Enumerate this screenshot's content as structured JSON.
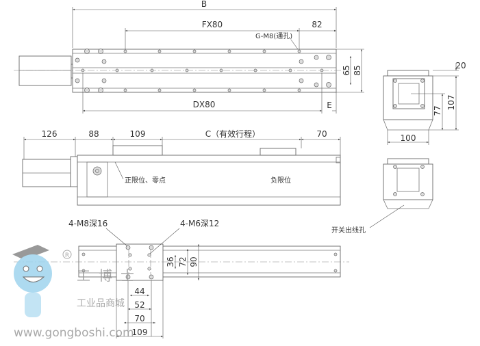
{
  "top_view": {
    "dim_b": "B",
    "dim_fx": "FX80",
    "dim_82": "82",
    "hole_note": "G-M8(通孔)",
    "dim_65": "65",
    "dim_85": "85",
    "dim_dx": "DX80",
    "dim_e": "E"
  },
  "end_view": {
    "dim_20": "20",
    "dim_107": "107",
    "dim_77": "77",
    "dim_100": "100"
  },
  "side_view": {
    "dim_126": "126",
    "dim_88": "88",
    "dim_109": "109",
    "dim_c": "C（有效行程）",
    "dim_70": "70",
    "pos_limit": "正限位、零点",
    "neg_limit": "负限位",
    "switch_hole": "开关出线孔"
  },
  "bottom_view": {
    "m8_note": "4-M8深16",
    "m6_note": "4-M6深12",
    "dim_36": "36",
    "dim_72": "72",
    "dim_90": "90",
    "dim_44": "44",
    "dim_52": "52",
    "dim_70": "70",
    "dim_109": "109"
  },
  "watermark": {
    "brand": "工博士",
    "slogan": "工业品商城",
    "url": "www.gongboshi.com",
    "registered": "R"
  }
}
